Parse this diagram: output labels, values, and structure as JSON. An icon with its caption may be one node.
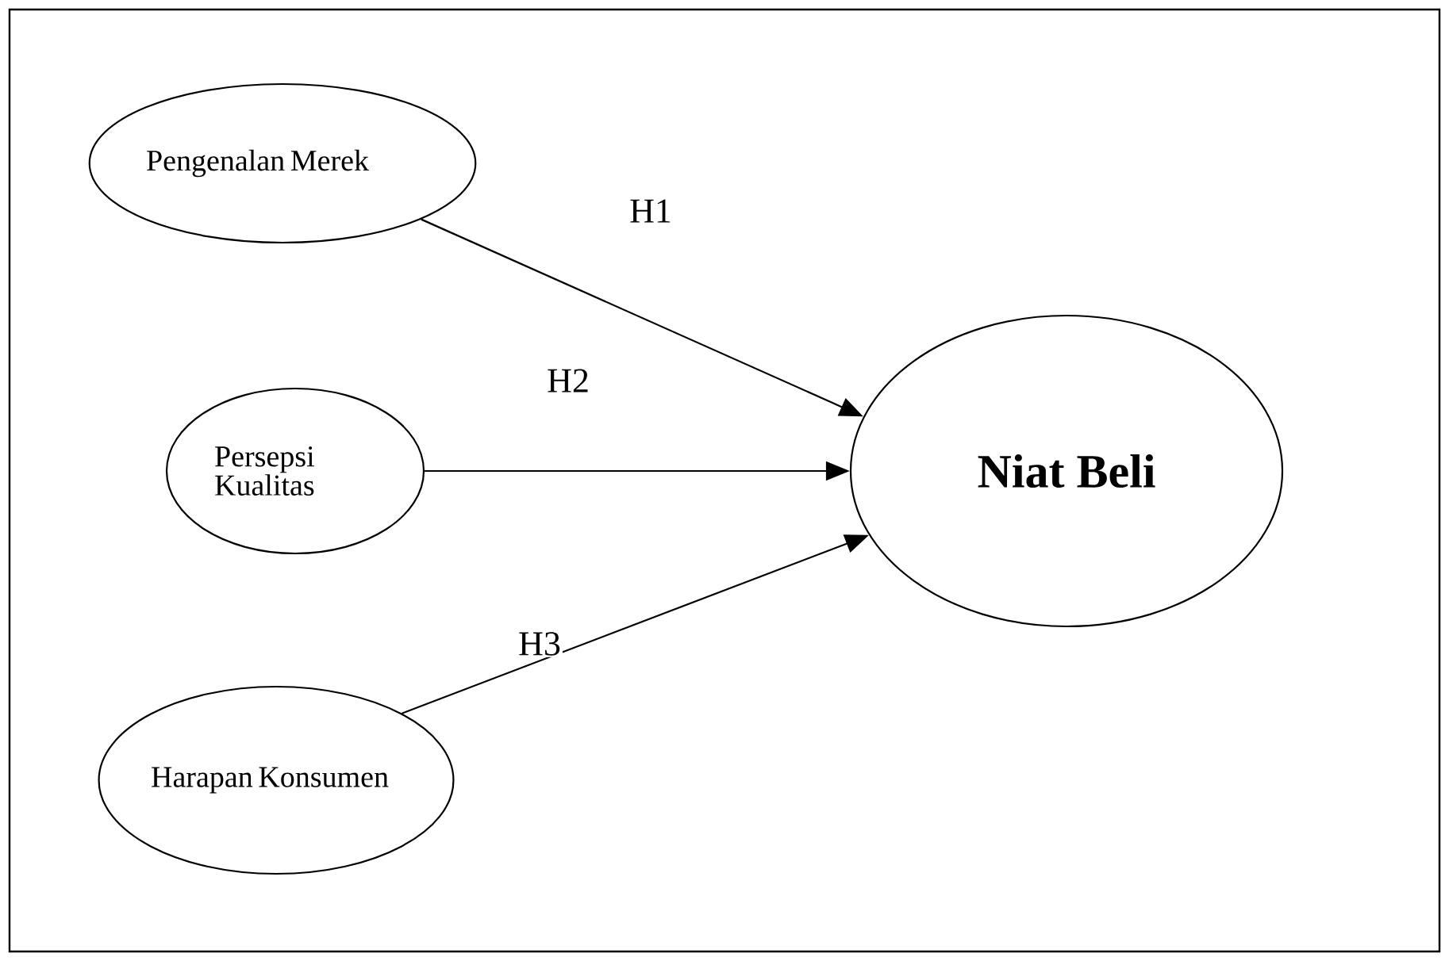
{
  "diagram": {
    "nodes": [
      {
        "text": [
          "Pengenalan Merek"
        ]
      },
      {
        "text": [
          "Persepsi Kualitas"
        ]
      },
      {
        "text": [
          "Harapan Konsumen"
        ]
      },
      {
        "text": [
          "Niat Beli"
        ]
      }
    ],
    "edges": [
      {
        "from": 0,
        "to": 3,
        "arrow": "to",
        "label": "H1"
      },
      {
        "from": 1,
        "to": 3,
        "arrow": "to",
        "label": "H2"
      },
      {
        "from": 2,
        "to": 3,
        "arrow": "to",
        "label": "H3"
      }
    ]
  }
}
